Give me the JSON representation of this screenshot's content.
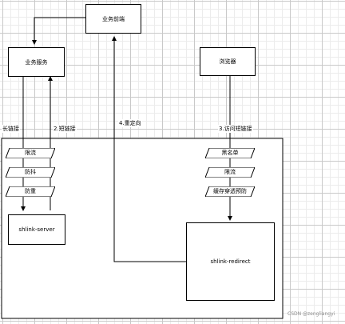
{
  "nodes": {
    "frontend": "业务前端",
    "service": "业务服务",
    "browser": "浏览器",
    "shlink_server": "shlink-server",
    "shlink_redirect": "shlink-redirect"
  },
  "filters_left": [
    "限流",
    "防抖",
    "防重"
  ],
  "filters_right": [
    "黑名单",
    "限流",
    "缓存穿透预防"
  ],
  "edges": {
    "long_link": "长链接",
    "short_link": "2.短链接",
    "redirect": "4.重定向",
    "visit_short": "3.访问短链接"
  },
  "watermark": "CSDN @zengliangyi"
}
